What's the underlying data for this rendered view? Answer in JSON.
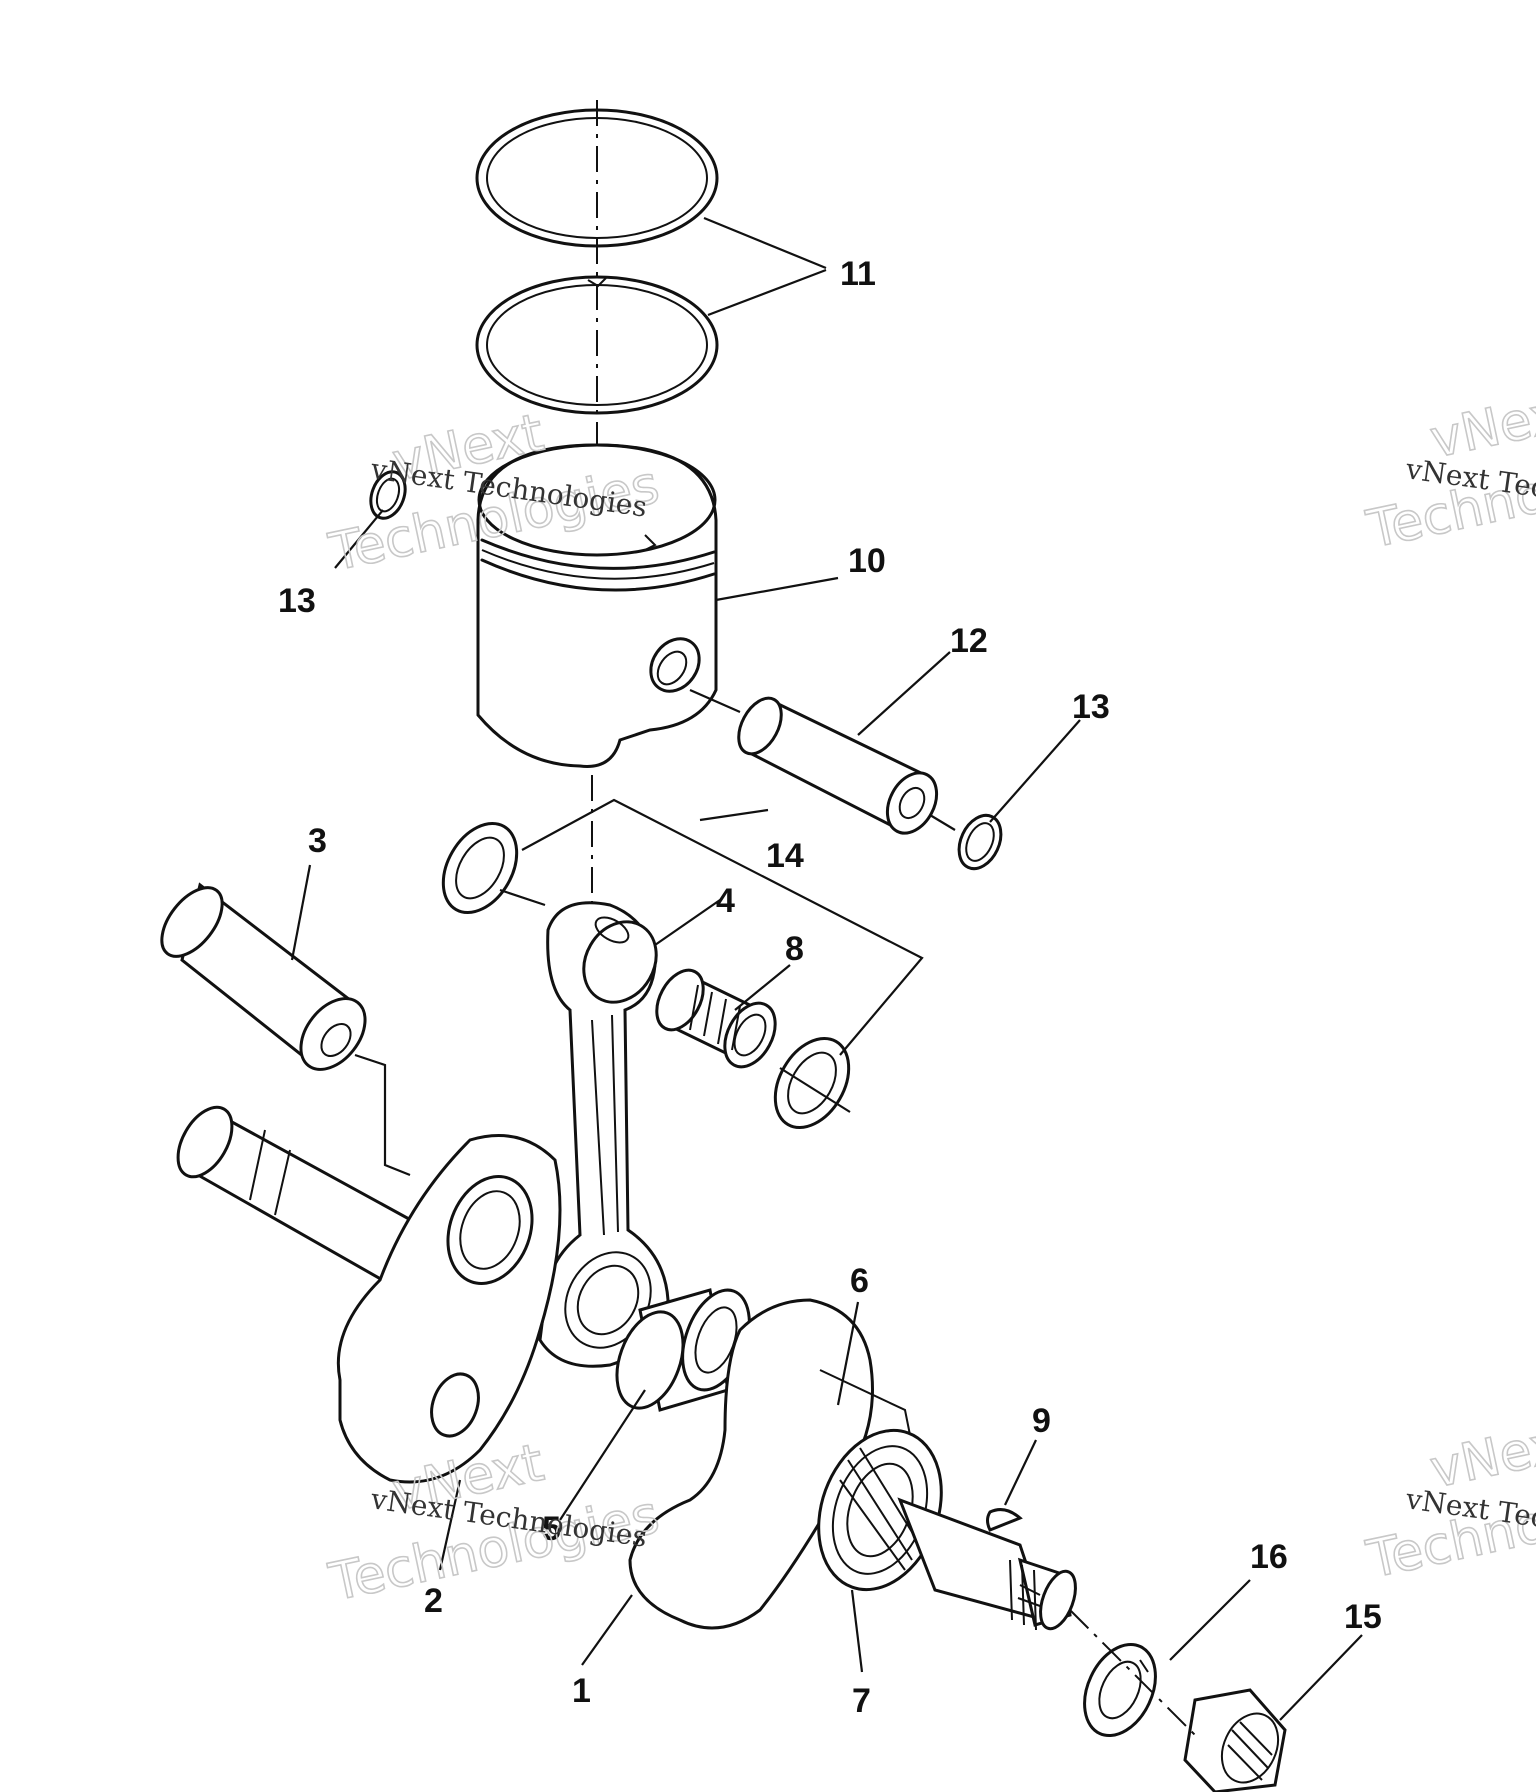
{
  "callouts": {
    "c1": "1",
    "c2": "2",
    "c3": "3",
    "c4": "4",
    "c5": "5",
    "c6": "6",
    "c7": "7",
    "c8": "8",
    "c9": "9",
    "c10": "10",
    "c11": "11",
    "c12": "12",
    "c13a": "13",
    "c13b": "13",
    "c14": "14",
    "c15": "15",
    "c16": "16"
  },
  "watermark": {
    "line1": "vNext",
    "line2": "Technologies",
    "caption": "vNext Technologies"
  }
}
